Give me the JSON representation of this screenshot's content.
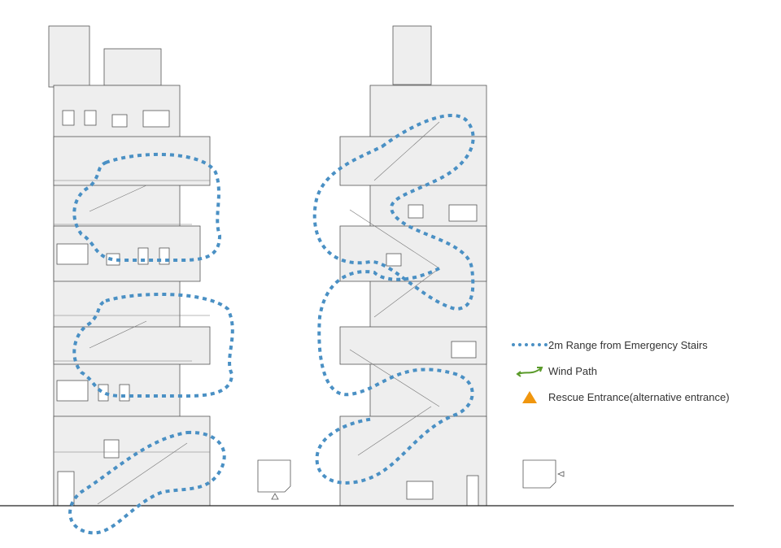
{
  "legend": {
    "items": [
      {
        "label": "2m Range from Emergency Stairs",
        "icon": "dotted-line-icon",
        "color": "#4a90c4"
      },
      {
        "label": "Wind Path",
        "icon": "curved-arrow-icon",
        "color": "#5a9a2a"
      },
      {
        "label": "Rescue Entrance(alternative entrance)",
        "icon": "triangle-icon",
        "color": "#f0960e"
      }
    ]
  }
}
